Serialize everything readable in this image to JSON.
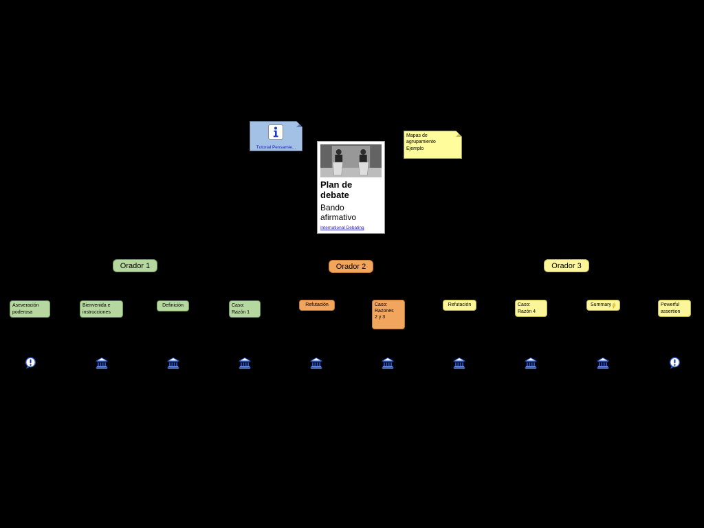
{
  "tutorial_note": {
    "label": "Tutorial Pensamie...",
    "icon": "info-icon"
  },
  "example_note": {
    "lines": [
      "Mapas de",
      "agrupamiento",
      "Ejemplo"
    ]
  },
  "debate_card": {
    "title_lines": [
      "Plan de",
      "debate"
    ],
    "subtitle_lines": [
      "Bando",
      "afirmativo"
    ],
    "link": "International Debating"
  },
  "speakers": [
    {
      "label": "Orador 1",
      "color": "green"
    },
    {
      "label": "Orador 2",
      "color": "orange"
    },
    {
      "label": "Orador 3",
      "color": "yellow"
    }
  ],
  "nodes": [
    {
      "lines": [
        "Aseveración",
        "poderosa"
      ],
      "color": "green"
    },
    {
      "lines": [
        "Bienvenida e",
        "instrucciones"
      ],
      "color": "green"
    },
    {
      "lines": [
        "Definición"
      ],
      "color": "green"
    },
    {
      "lines": [
        "Caso:",
        "Razón 1"
      ],
      "color": "green"
    },
    {
      "lines": [
        "Refutación"
      ],
      "color": "orange"
    },
    {
      "lines": [
        "Caso:",
        "Razones",
        "2 y 3"
      ],
      "color": "orange"
    },
    {
      "lines": [
        "Refutación"
      ],
      "color": "yellow"
    },
    {
      "lines": [
        "Caso:",
        "Razón 4"
      ],
      "color": "yellow"
    },
    {
      "lines": [
        "Summary"
      ],
      "color": "yellow",
      "rapidfire": true
    },
    {
      "lines": [
        "Powerful",
        "assertion"
      ],
      "color": "yellow"
    }
  ],
  "hyperlink_icons": [
    {
      "name": "exclamation-bubble-icon"
    },
    {
      "name": "building-icon"
    },
    {
      "name": "building-icon"
    },
    {
      "name": "building-icon"
    },
    {
      "name": "building-icon"
    },
    {
      "name": "building-icon"
    },
    {
      "name": "building-icon"
    },
    {
      "name": "building-icon"
    },
    {
      "name": "building-icon"
    },
    {
      "name": "exclamation-bubble-icon"
    }
  ],
  "colors": {
    "green": "#b6d7a0",
    "orange": "#f2a55c",
    "yellow": "#fcf69a",
    "note_blue": "#a3c1e5",
    "note_yellow": "#fffc9c",
    "link_blue": "#2222cc",
    "icon_blue": "#2a55c8",
    "background": "#000000"
  }
}
